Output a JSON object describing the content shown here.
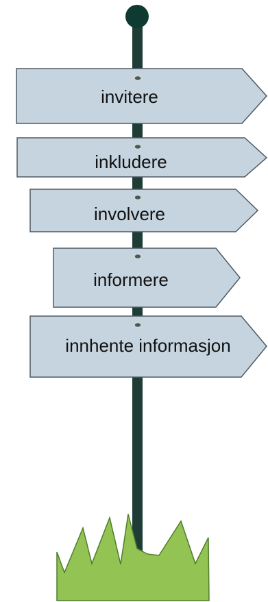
{
  "signs": [
    {
      "label": "invitere"
    },
    {
      "label": "inkludere"
    },
    {
      "label": "involvere"
    },
    {
      "label": "informere"
    },
    {
      "label": "innhente informasjon"
    }
  ],
  "colors": {
    "pole": "#1f3d36",
    "pole_cap": "#0e3a31",
    "sign_fill": "#c5d4df",
    "sign_stroke": "#4f5a63",
    "nail_fill": "#4a5a53",
    "nail_ring": "#cfd8dc",
    "grass_fill": "#92c353",
    "grass_stroke": "#4f7d2c",
    "text": "#111111"
  }
}
